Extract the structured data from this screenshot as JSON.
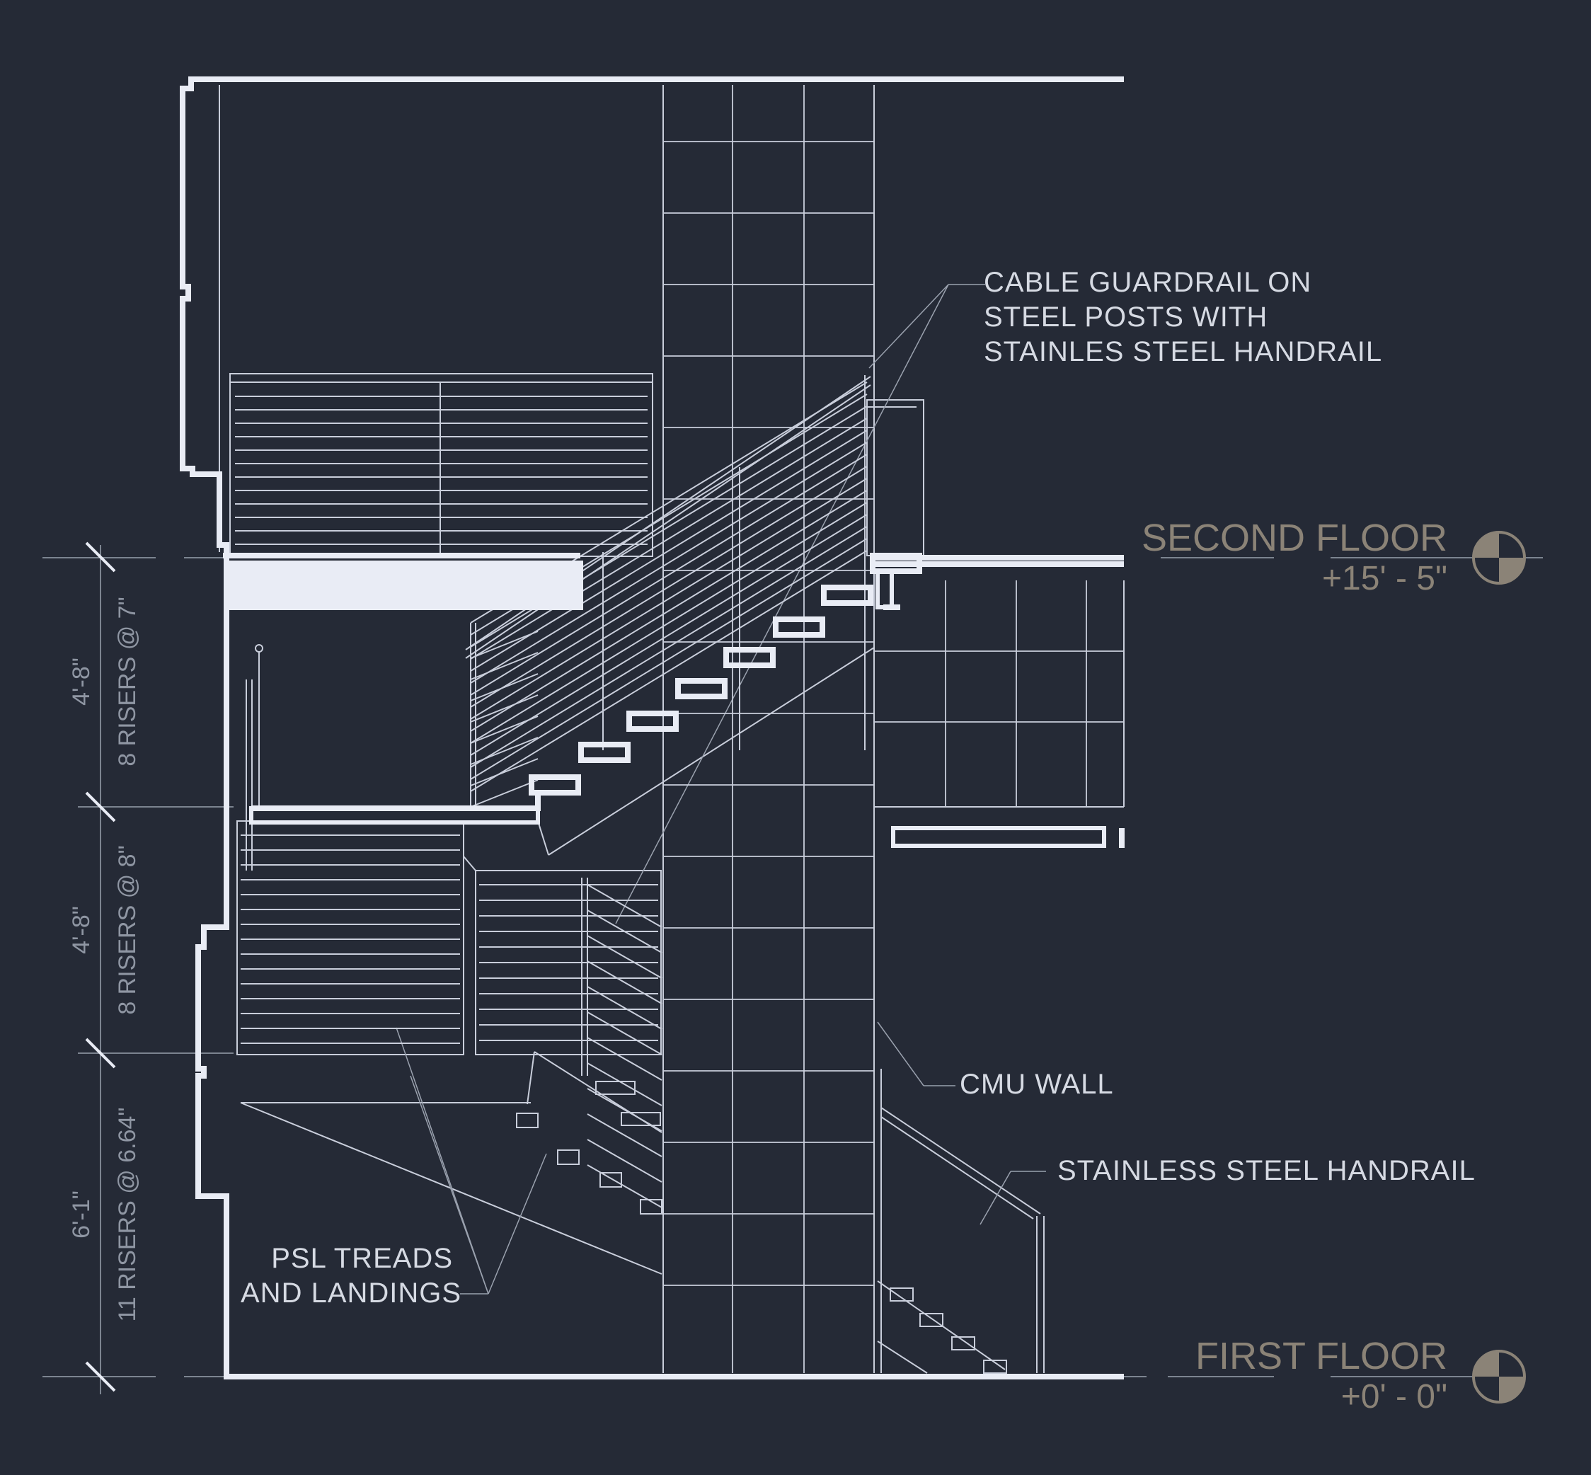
{
  "levels": {
    "second": {
      "name": "SECOND FLOOR",
      "elevation": "+15' - 5\""
    },
    "first": {
      "name": "FIRST FLOOR",
      "elevation": "+0' - 0\""
    }
  },
  "annotations": {
    "guardrail": [
      "CABLE GUARDRAIL ON",
      "STEEL POSTS WITH",
      "STAINLES STEEL HANDRAIL"
    ],
    "cmu_wall": "CMU WALL",
    "handrail": "STAINLESS STEEL HANDRAIL",
    "treads": [
      "PSL TREADS",
      "AND LANDINGS"
    ]
  },
  "dimensions": {
    "upper": {
      "height": "4'-8\"",
      "risers": "8 RISERS @ 7\""
    },
    "middle": {
      "height": "4'-8\"",
      "risers": "8 RISERS @ 8\""
    },
    "lower": {
      "height": "6'-1\"",
      "risers": "11 RISERS @ 6.64\""
    }
  },
  "colors": {
    "background": "#252a36",
    "linework": "#e9ecf5",
    "level_marker": "#8b8377"
  }
}
